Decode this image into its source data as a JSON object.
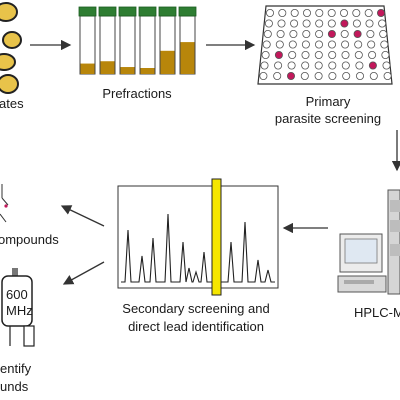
{
  "labels": {
    "extracts": "ates",
    "prefractions": "Prefractions",
    "primary_line1": "Primary",
    "primary_line2": "parasite screening",
    "secondary_line1": "Secondary screening and",
    "secondary_line2": "direct lead identification",
    "hplc": "HPLC-M",
    "compounds": "ompounds",
    "nmr_line1": "600",
    "nmr_line2": "MHz",
    "identify_line1": "entify",
    "identify_line2": "unds"
  },
  "colors": {
    "hit_well": "#c2185b",
    "tube_cap": "#2e7d32",
    "fraction_fill": "#b8860b",
    "highlight": "#f5e600",
    "extract_fill": "#e8c34a"
  },
  "prefraction_fill_levels": [
    0.18,
    0.22,
    0.12,
    0.1,
    0.4,
    0.55
  ]
}
